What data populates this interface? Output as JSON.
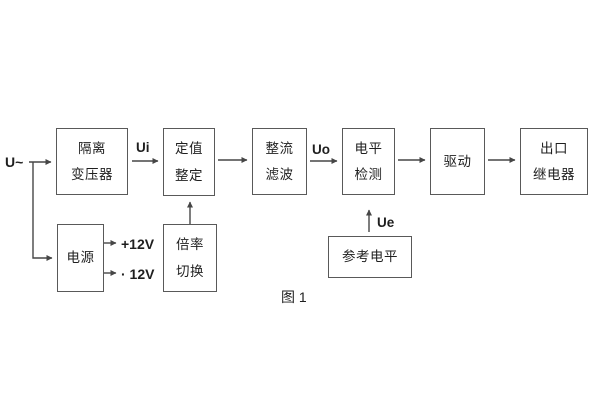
{
  "diagram": {
    "caption": "图 1",
    "signal_labels": {
      "input": "U~",
      "ui": "Ui",
      "uo": "Uo",
      "ue": "Ue",
      "plus12v": "+12V",
      "minus12v": "· 12V"
    },
    "blocks": {
      "isolation_transformer": {
        "line1": "隔离",
        "line2": "变压器"
      },
      "setting_adjust": {
        "line1": "定值",
        "line2": "整定"
      },
      "rectifier_filter": {
        "line1": "整流",
        "line2": "滤波"
      },
      "level_detection": {
        "line1": "电平",
        "line2": "检测"
      },
      "drive": {
        "line1": "驱动"
      },
      "output_relay": {
        "line1": "出口",
        "line2": "继电器"
      },
      "power_supply": {
        "line1": "电源"
      },
      "ratio_switching": {
        "line1": "倍率",
        "line2": "切换"
      },
      "reference_level": {
        "line1": "参考电平"
      }
    },
    "colors": {
      "line": "#464646",
      "text": "#1f1f1f",
      "background": "#ffffff"
    }
  }
}
